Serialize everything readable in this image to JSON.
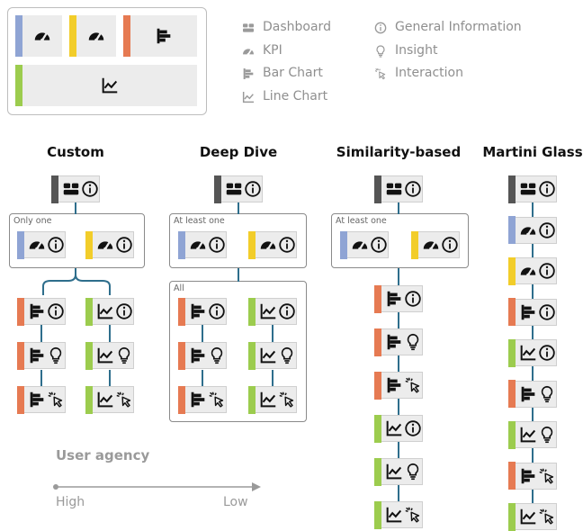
{
  "colors": {
    "dashboard": "#555555",
    "kpi": "#8fa4d4",
    "insight_kpi": "#f2cd2a",
    "bar": "#e67a52",
    "line": "#9ccc4e",
    "connector": "#2e6e8c"
  },
  "legend": {
    "items": [
      {
        "icon": "dashboard-icon",
        "label": "Dashboard"
      },
      {
        "icon": "kpi-gauge-icon",
        "label": "KPI"
      },
      {
        "icon": "bar-chart-icon",
        "label": "Bar Chart"
      },
      {
        "icon": "line-chart-icon",
        "label": "Line Chart"
      },
      {
        "icon": "info-icon",
        "label": "General Information"
      },
      {
        "icon": "lightbulb-icon",
        "label": "Insight"
      },
      {
        "icon": "pointer-click-icon",
        "label": "Interaction"
      }
    ]
  },
  "columns": [
    {
      "title": "Custom",
      "groups": [
        "Only one"
      ]
    },
    {
      "title": "Deep Dive",
      "groups": [
        "At least one",
        "All"
      ]
    },
    {
      "title": "Similarity-based",
      "groups": [
        "At least one"
      ]
    },
    {
      "title": "Martini Glass",
      "groups": []
    }
  ],
  "agency": {
    "title": "User agency",
    "high": "High",
    "low": "Low"
  }
}
